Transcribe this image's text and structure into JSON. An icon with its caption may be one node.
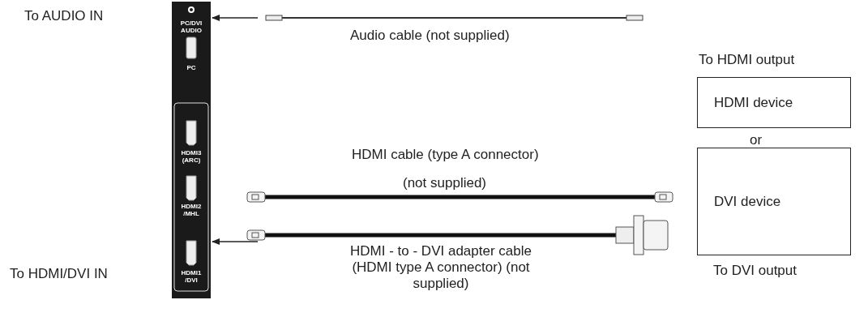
{
  "diagram": {
    "nodes": [
      {
        "text": [],
        "shape": "box"
      },
      {
        "text": [
          "PC/DVI AUDIO"
        ],
        "in": 0
      },
      {
        "text": [
          "PC"
        ],
        "in": 0
      },
      {
        "text": [
          "HDMI3 (ARC)"
        ],
        "in": 0
      },
      {
        "text": [
          "HDMI2 /MHL"
        ],
        "in": 0
      },
      {
        "text": [
          "HDMI1 /DVI"
        ],
        "in": 0
      },
      {
        "text": [
          "HDMI device"
        ],
        "beside": [
          "To HDMI output"
        ]
      },
      {
        "text": [
          "DVI device"
        ],
        "beside": [
          "To DVI output"
        ]
      }
    ],
    "edges": [
      {
        "from": null,
        "to": 1,
        "arrow": "to"
      },
      {
        "from": null,
        "to": 5,
        "arrow": "to"
      }
    ],
    "labels": [
      "To AUDIO IN",
      "Audio cable (not supplied)",
      "HDMI cable (type A connector)",
      "(not supplied)",
      "or",
      "To HDMI/DVI IN",
      "HDMI - to - DVI adapter cable (HDMI type A connector) (not supplied)"
    ]
  }
}
